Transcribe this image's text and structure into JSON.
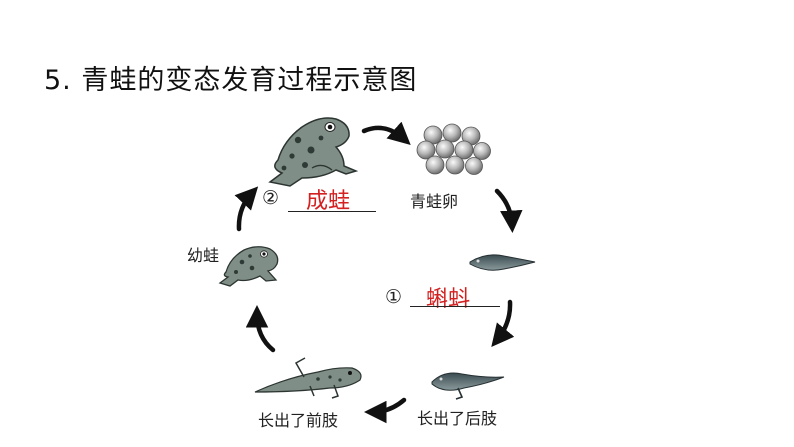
{
  "title": "5. 青蛙的变态发育过程示意图",
  "stages": {
    "adult": {
      "number": "②",
      "answer": "成蛙"
    },
    "eggs": {
      "label": "青蛙卵"
    },
    "tadpole": {
      "number": "①",
      "answer": "蝌蚪"
    },
    "hindlegs": {
      "label": "长出了后肢"
    },
    "forelegs": {
      "label": "长出了前肢"
    },
    "froglet": {
      "label": "幼蛙"
    }
  },
  "colors": {
    "answer": "#d32020",
    "text": "#222222",
    "arrow": "#111111"
  }
}
